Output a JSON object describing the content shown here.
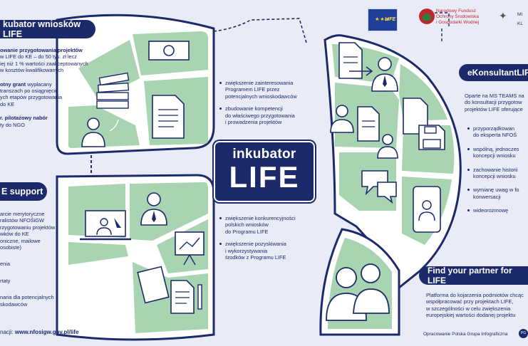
{
  "left_top": {
    "header": "kubator wniosków LIFE",
    "p1_bold": "owanie przygotowania projektów",
    "p1_lines": [
      "w LIFE do KE – do 50 tys. zł lecz",
      "iej niż 1 % wartości zaakceptowanych",
      "w kosztów kwalifikowanych"
    ],
    "p2_bold": "otny grant",
    "p2_rest": " wypłacany",
    "p2_lines": [
      "transzach po osiągnięciu",
      "ych etapów przygotowania",
      "do KE"
    ],
    "p3_bold": "r. pilotażowy nabór",
    "p3_lines": [
      "ty do NGO"
    ]
  },
  "left_bottom": {
    "header": "E support",
    "lines": [
      "arcie merytoryczne",
      "ralistów NFOŚiGW",
      "rzygotowaniu projektów",
      "wków do KE",
      "oniczne, mailowe",
      "osobiste)"
    ],
    "item2": "enia",
    "item3": "rtaty",
    "item4_lines": [
      "naria dla potencjalnych",
      "skodawców"
    ],
    "footer_prefix": "nacji: ",
    "footer_url": "www.nfosigw.gov.pl/life"
  },
  "center": {
    "top_bullets": [
      [
        "zwiększenie zainteresowania",
        "Programem LIFE przez",
        "potencjalnych wnioskodawców"
      ],
      [
        "zbudowanie kompetencji",
        "do właściwego przygotowania",
        "i prowadzenia projektów"
      ]
    ],
    "logo_small": "inkubator",
    "logo_big": "LIFE",
    "bottom_bullets": [
      [
        "zwiększenie konkurencyjności",
        "polskich wniosków",
        "do Programu LIFE"
      ],
      [
        "zwiększenie pozyskiwania",
        "i wykorzystywania",
        "środków z Programu LIFE"
      ]
    ]
  },
  "right_top": {
    "header": "eKonsultantLIF",
    "intro": [
      "Oparte na MS TEAMS na",
      "do konsultacji przygotow",
      "projektów LIFE oferujące"
    ],
    "items": [
      [
        "przyporządkowan",
        "do eksperta NFOŚ"
      ],
      [
        "wspólną, jednoczes",
        "koncepcji wniosku"
      ],
      [
        "zachowanie historii",
        "koncepcji wniosku"
      ],
      [
        "wymianę uwag w fo",
        "konwersacji"
      ],
      [
        "wideorozmowę"
      ]
    ]
  },
  "right_bottom": {
    "header": "Find your partner for LIFE",
    "lines": [
      "Platforma do kojarzenia podmiotów chcąc",
      "współpracować przy projektach LIFE,",
      "w szczególności w celu zwiększenia",
      "europejskiej wartości dodanej projektu"
    ],
    "credit": "Opracowanie Polska Grupa Infograficzna",
    "credit_mark": "PG"
  },
  "logos": {
    "eu_label": "LIFE",
    "nfos_lines": [
      "Narodowy Fundusz",
      "Ochrony Środowiska",
      "i Gospodarki Wodnej"
    ],
    "min_lines": [
      "MI",
      "KL"
    ]
  },
  "colors": {
    "navy": "#1c2a6b",
    "green": "#a8d4b1",
    "bg": "#e9ecf6",
    "white": "#ffffff"
  },
  "icons": [
    "banknote-icon",
    "money-stack-icon",
    "document-icon",
    "woman-avatar-icon",
    "man-avatar-icon",
    "laptop-presenter-icon",
    "chart-easel-icon",
    "documents-pen-icon",
    "phone-person-icon",
    "floppy-disk-icon",
    "chat-bubbles-icon",
    "document-arrow-icon",
    "group-people-icon",
    "eagle-emblem-icon"
  ]
}
